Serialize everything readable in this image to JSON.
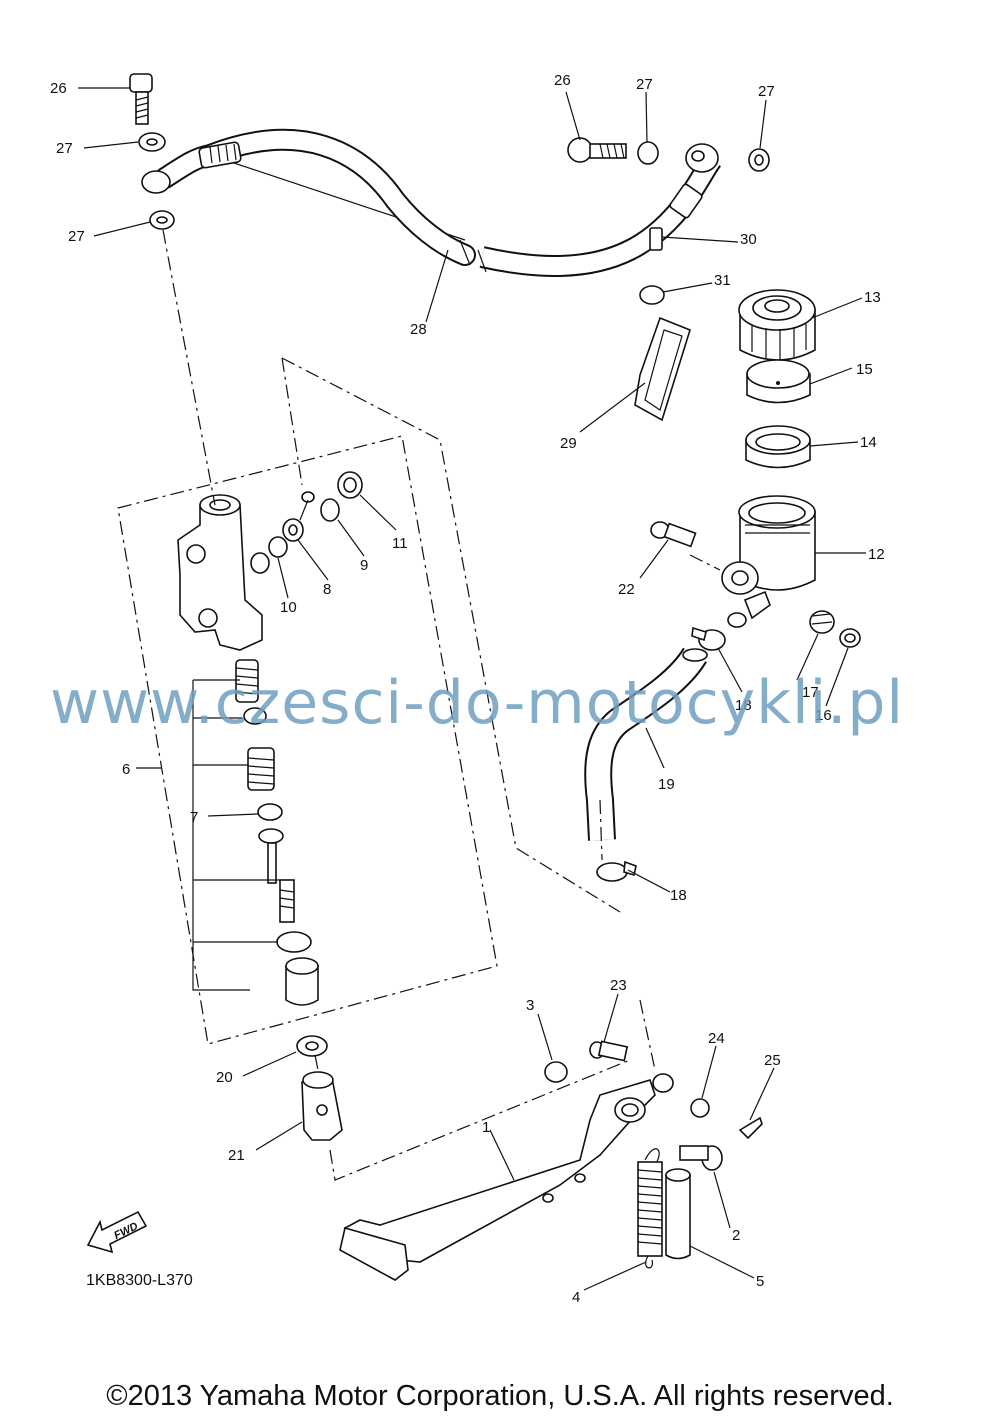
{
  "diagram_code": "1KB8300-L370",
  "copyright": "©2013 Yamaha Motor Corporation, U.S.A. All rights reserved.",
  "watermark": "www.czesci-do-motocykli.pl",
  "fwd_label": "FWD",
  "callouts": {
    "c26a": "26",
    "c27a": "27",
    "c27b": "27",
    "c26b": "26",
    "c27c": "27",
    "c27d": "27",
    "c28": "28",
    "c30": "30",
    "c31": "31",
    "c29": "29",
    "c13": "13",
    "c15": "15",
    "c14": "14",
    "c12": "12",
    "c22": "22",
    "c11": "11",
    "c9": "9",
    "c8": "8",
    "c10": "10",
    "c18a": "18",
    "c17": "17",
    "c16": "16",
    "c19": "19",
    "c18b": "18",
    "c6": "6",
    "c7": "7",
    "c20": "20",
    "c21": "21",
    "c3": "3",
    "c23": "23",
    "c24": "24",
    "c25": "25",
    "c1": "1",
    "c2": "2",
    "c4": "4",
    "c5": "5"
  }
}
